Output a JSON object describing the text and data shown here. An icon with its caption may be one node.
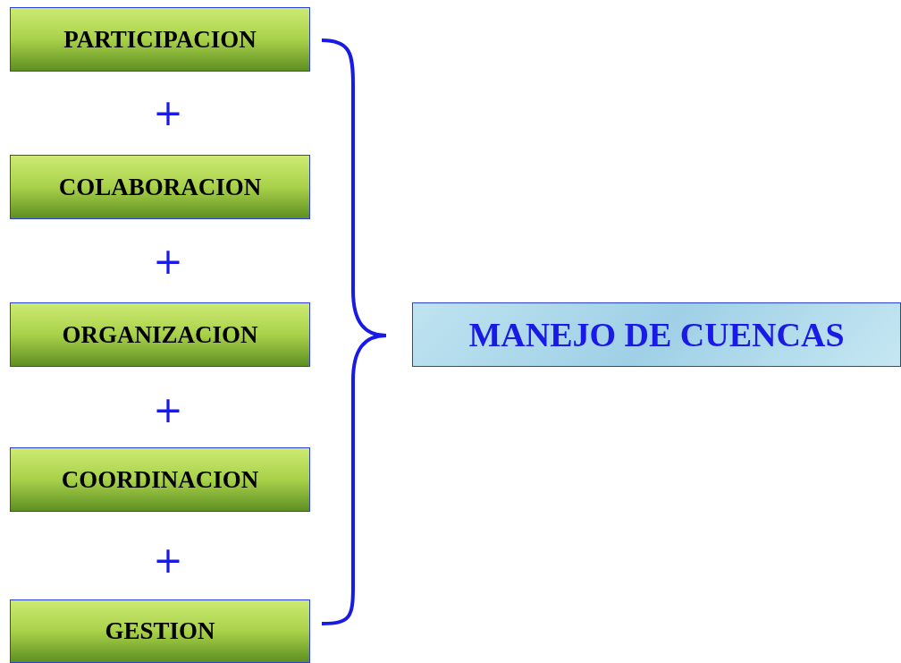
{
  "diagram": {
    "nodes": [
      {
        "text": [
          "PARTICIPACION"
        ]
      },
      {
        "text": [
          "COLABORACION"
        ]
      },
      {
        "text": [
          "ORGANIZACION"
        ]
      },
      {
        "text": [
          "COORDINACION"
        ]
      },
      {
        "text": [
          "GESTION"
        ]
      },
      {
        "text": [
          "MANEJO DE CUENCAS"
        ]
      }
    ],
    "labels": [
      "+",
      "+",
      "+",
      "+"
    ]
  }
}
